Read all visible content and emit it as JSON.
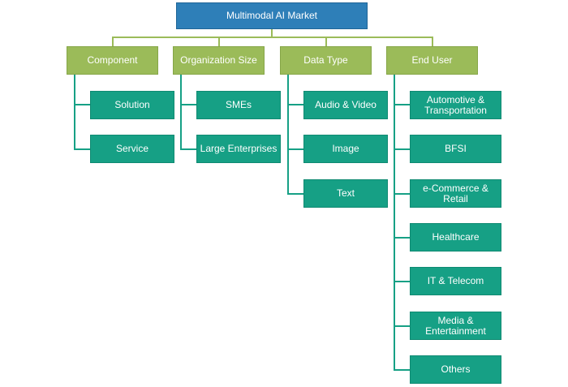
{
  "root": {
    "label": "Multimodal AI Market"
  },
  "categories": [
    {
      "label": "Component",
      "items": [
        "Solution",
        "Service"
      ]
    },
    {
      "label": "Organization Size",
      "items": [
        "SMEs",
        "Large Enterprises"
      ]
    },
    {
      "label": "Data Type",
      "items": [
        "Audio & Video",
        "Image",
        "Text"
      ]
    },
    {
      "label": "End User",
      "items": [
        "Automotive &\nTransportation",
        "BFSI",
        "e-Commerce &\nRetail",
        "Healthcare",
        "IT & Telecom",
        "Media &\nEntertainment",
        "Others"
      ]
    }
  ],
  "colors": {
    "root": "#2e7fb8",
    "category": "#9bbb59",
    "leaf": "#16a085"
  }
}
